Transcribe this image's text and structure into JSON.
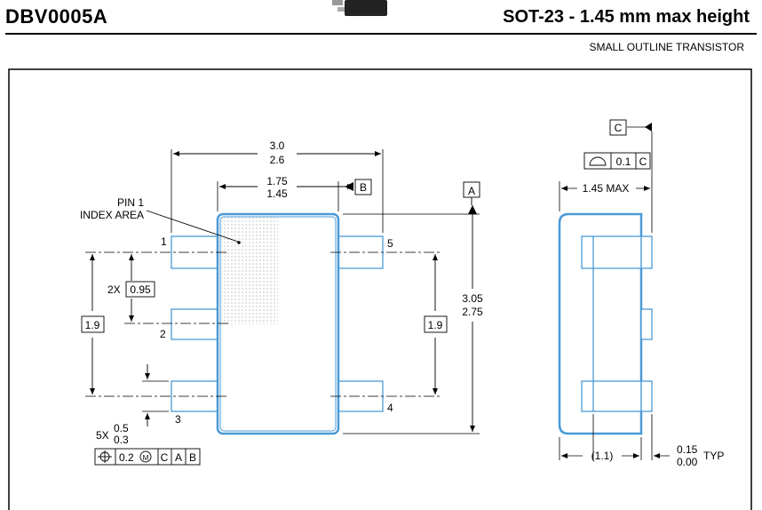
{
  "header": {
    "package_code": "DBV0005A",
    "package_title": "SOT-23 - 1.45 mm max height",
    "package_subtitle": "SMALL OUTLINE TRANSISTOR"
  },
  "drawing": {
    "pin1_label_line1": "PIN 1",
    "pin1_label_line2": "INDEX AREA",
    "pin_numbers": [
      "1",
      "2",
      "3",
      "4",
      "5"
    ],
    "dim_overall_width_max": "3.0",
    "dim_overall_width_min": "2.6",
    "dim_body_width_max": "1.75",
    "dim_body_width_min": "1.45",
    "datum_a": "A",
    "datum_b": "B",
    "datum_c": "C",
    "dim_length_max": "3.05",
    "dim_length_min": "2.75",
    "pitch_prefix": "2X",
    "pitch_value": "0.95",
    "span_left": "1.9",
    "span_right": "1.9",
    "lead_width_prefix": "5X",
    "lead_width_max": "0.5",
    "lead_width_min": "0.3",
    "position_tol_value": "0.2",
    "position_tol_datums": [
      "C",
      "A",
      "B"
    ],
    "flatness_value": "0.1",
    "flatness_datum": "C",
    "height_max": "1.45 MAX",
    "side_dim_ref": "(1.1)",
    "standoff_max": "0.15",
    "standoff_min": "0.00",
    "standoff_suffix": "TYP"
  },
  "colors": {
    "outline": "#4a9ad6",
    "line": "#000000",
    "dots": "#9a9a9a"
  }
}
